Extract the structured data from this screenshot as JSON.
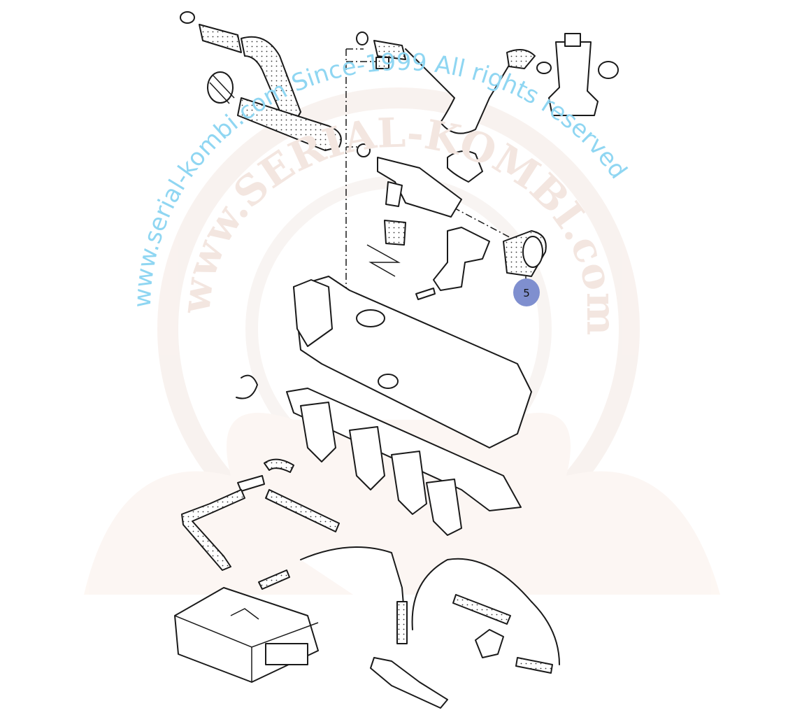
{
  "watermark": {
    "arc_text": "www.serial-kombi.com   Since-1999 All rights reserved",
    "big_text": "www.SERIAL-KOMBI.com"
  },
  "callouts": [
    {
      "label": "5",
      "color": "#7f8fcf"
    }
  ],
  "colors": {
    "line": "#1a1a1a",
    "watermark_blue": "#8fd6f2",
    "watermark_red": "#f3e6e0"
  }
}
